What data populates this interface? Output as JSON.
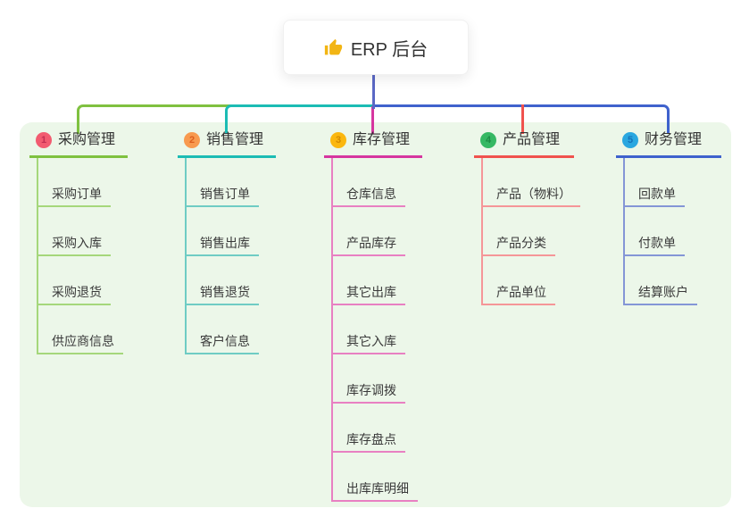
{
  "colors": {
    "panel_bg": "#ecf7e9",
    "root_connector": "#5b68c5",
    "text": "#333333"
  },
  "root": {
    "icon": "thumbs-up-icon",
    "icon_char": "👍",
    "icon_color": "#f2b514",
    "label": "ERP 后台"
  },
  "branches": [
    {
      "number": "1",
      "label": "采购管理",
      "colors": {
        "line": "#7fc140",
        "child_line": "#a5d77b",
        "badge_bg": "#f25b70",
        "badge_number": "#c22f52"
      },
      "children": [
        "采购订单",
        "采购入库",
        "采购退货",
        "供应商信息"
      ]
    },
    {
      "number": "2",
      "label": "销售管理",
      "colors": {
        "line": "#1cbcb4",
        "child_line": "#6fccc4",
        "badge_bg": "#f89a4f",
        "badge_number": "#dd5f1e"
      },
      "children": [
        "销售订单",
        "销售出库",
        "销售退货",
        "客户信息"
      ]
    },
    {
      "number": "3",
      "label": "库存管理",
      "colors": {
        "line": "#d6369f",
        "child_line": "#e880c2",
        "badge_bg": "#fbb70f",
        "badge_number": "#d38a00"
      },
      "children": [
        "仓库信息",
        "产品库存",
        "其它出库",
        "其它入库",
        "库存调拨",
        "库存盘点",
        "出库库明细"
      ]
    },
    {
      "number": "4",
      "label": "产品管理",
      "colors": {
        "line": "#f0524e",
        "child_line": "#f59698",
        "badge_bg": "#35b863",
        "badge_number": "#1d8c45"
      },
      "children": [
        "产品（物料）",
        "产品分类",
        "产品单位"
      ]
    },
    {
      "number": "5",
      "label": "财务管理",
      "colors": {
        "line": "#3f62cd",
        "child_line": "#8496d6",
        "badge_bg": "#2aa7e0",
        "badge_number": "#1572b8"
      },
      "children": [
        "回款单",
        "付款单",
        "结算账户"
      ]
    }
  ]
}
